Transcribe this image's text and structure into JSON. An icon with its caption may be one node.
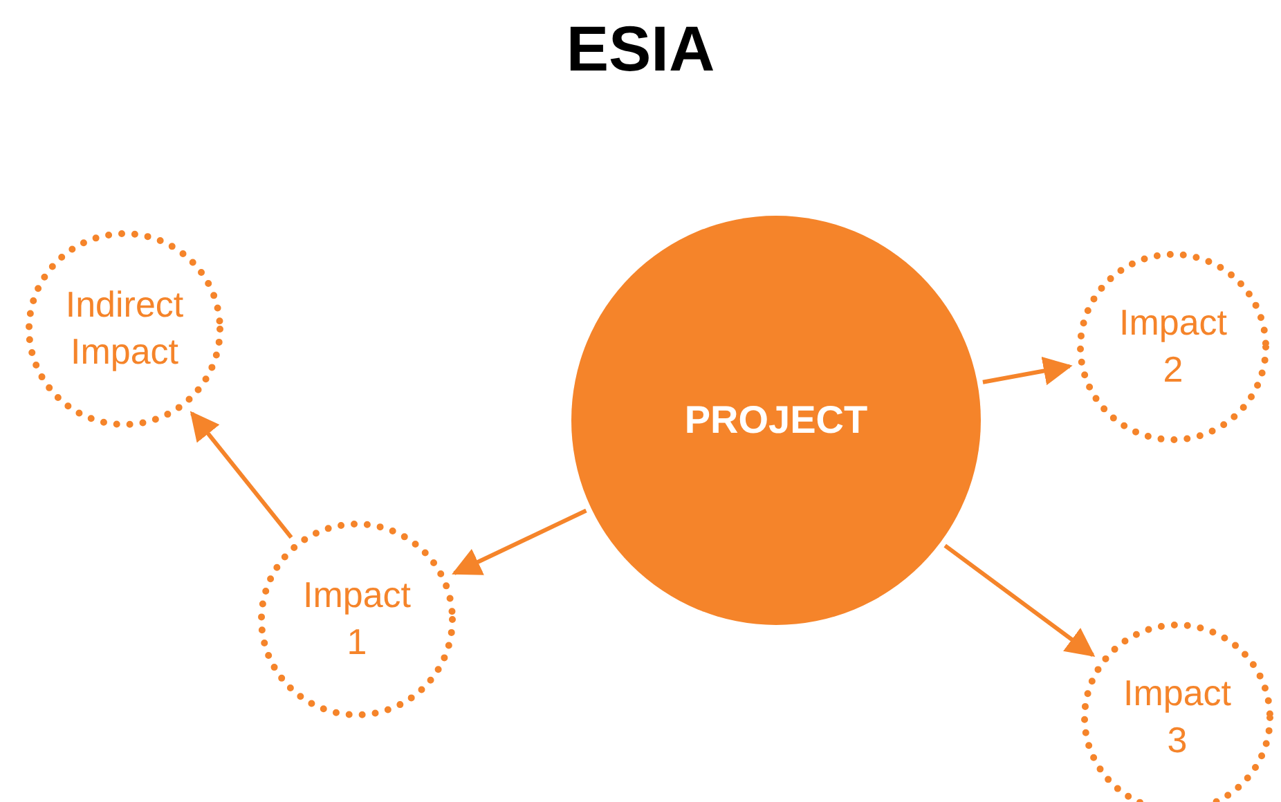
{
  "diagram": {
    "title": "ESIA",
    "nodes": [
      {
        "text": [
          "PROJECT"
        ]
      },
      {
        "text": [
          "Indirect Impact"
        ]
      },
      {
        "text": [
          "Impact 1"
        ]
      },
      {
        "text": [
          "Impact 2"
        ]
      },
      {
        "text": [
          "Impact 3"
        ]
      }
    ],
    "edges": [
      {
        "from": 0,
        "to": 2,
        "arrow": "to"
      },
      {
        "from": 2,
        "to": 1,
        "arrow": "to"
      },
      {
        "from": 0,
        "to": 3,
        "arrow": "to"
      },
      {
        "from": 0,
        "to": 4,
        "arrow": "to"
      }
    ]
  }
}
